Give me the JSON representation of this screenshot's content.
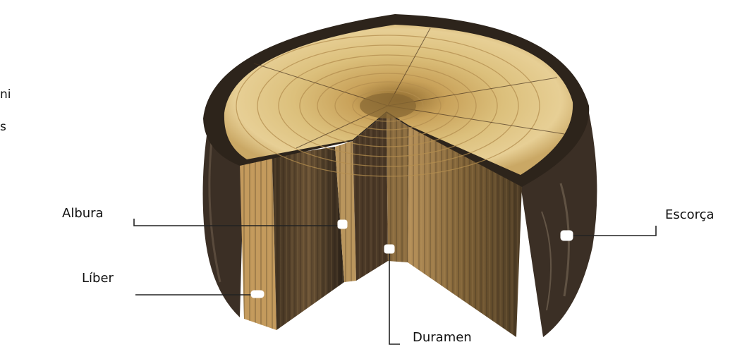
{
  "labels": {
    "albura": "Albura",
    "liber": "Líber",
    "escorca": "Escorça",
    "duramen": "Duramen"
  },
  "edge_fragments": {
    "line1": "ni",
    "line2": "s"
  },
  "colors": {
    "heartwood": "#c9a25a",
    "sapwood": "#e3c98a",
    "bark": "#3b2f25",
    "side_wood": "#6a5232"
  }
}
